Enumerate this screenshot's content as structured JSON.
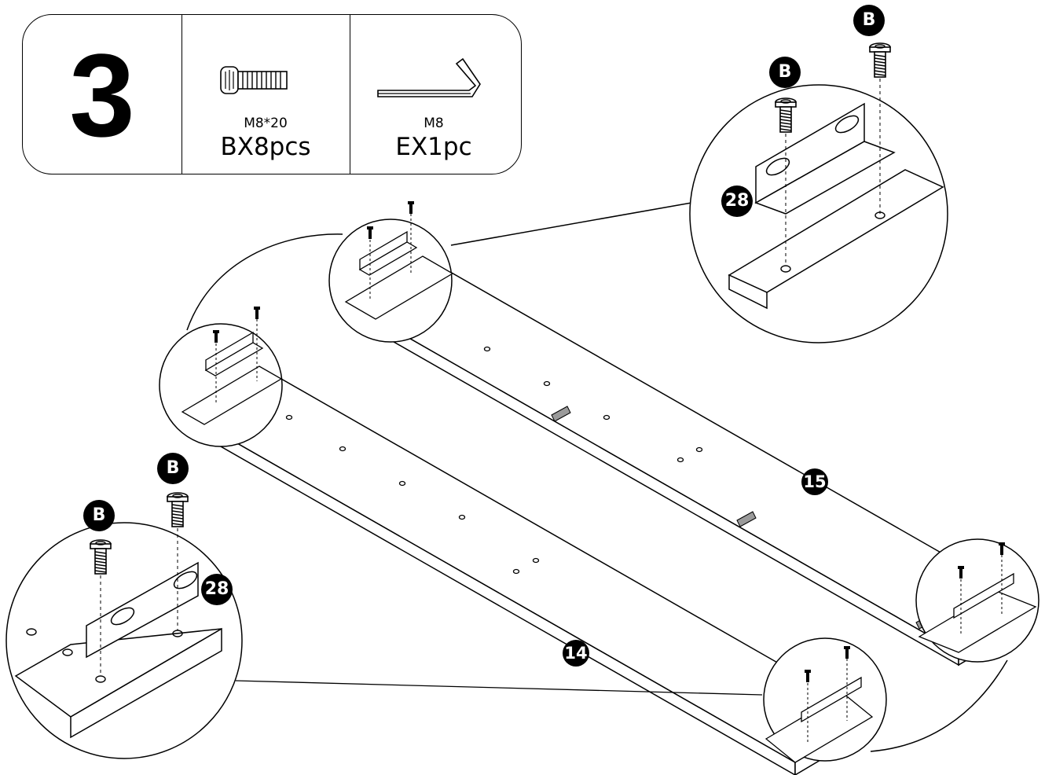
{
  "step": {
    "number": "3"
  },
  "parts": [
    {
      "code": "M8*20",
      "quantity": "BX8pcs",
      "icon": "bolt-icon"
    },
    {
      "code": "M8",
      "quantity": "EX1pc",
      "icon": "allen-key-icon"
    }
  ],
  "labels": {
    "bolt_letter": "B",
    "bracket": "28",
    "panel_rear": "15",
    "panel_front": "14"
  },
  "colors": {
    "line": "#000000",
    "fill": "#ffffff",
    "tab": "#9a9a9a"
  }
}
